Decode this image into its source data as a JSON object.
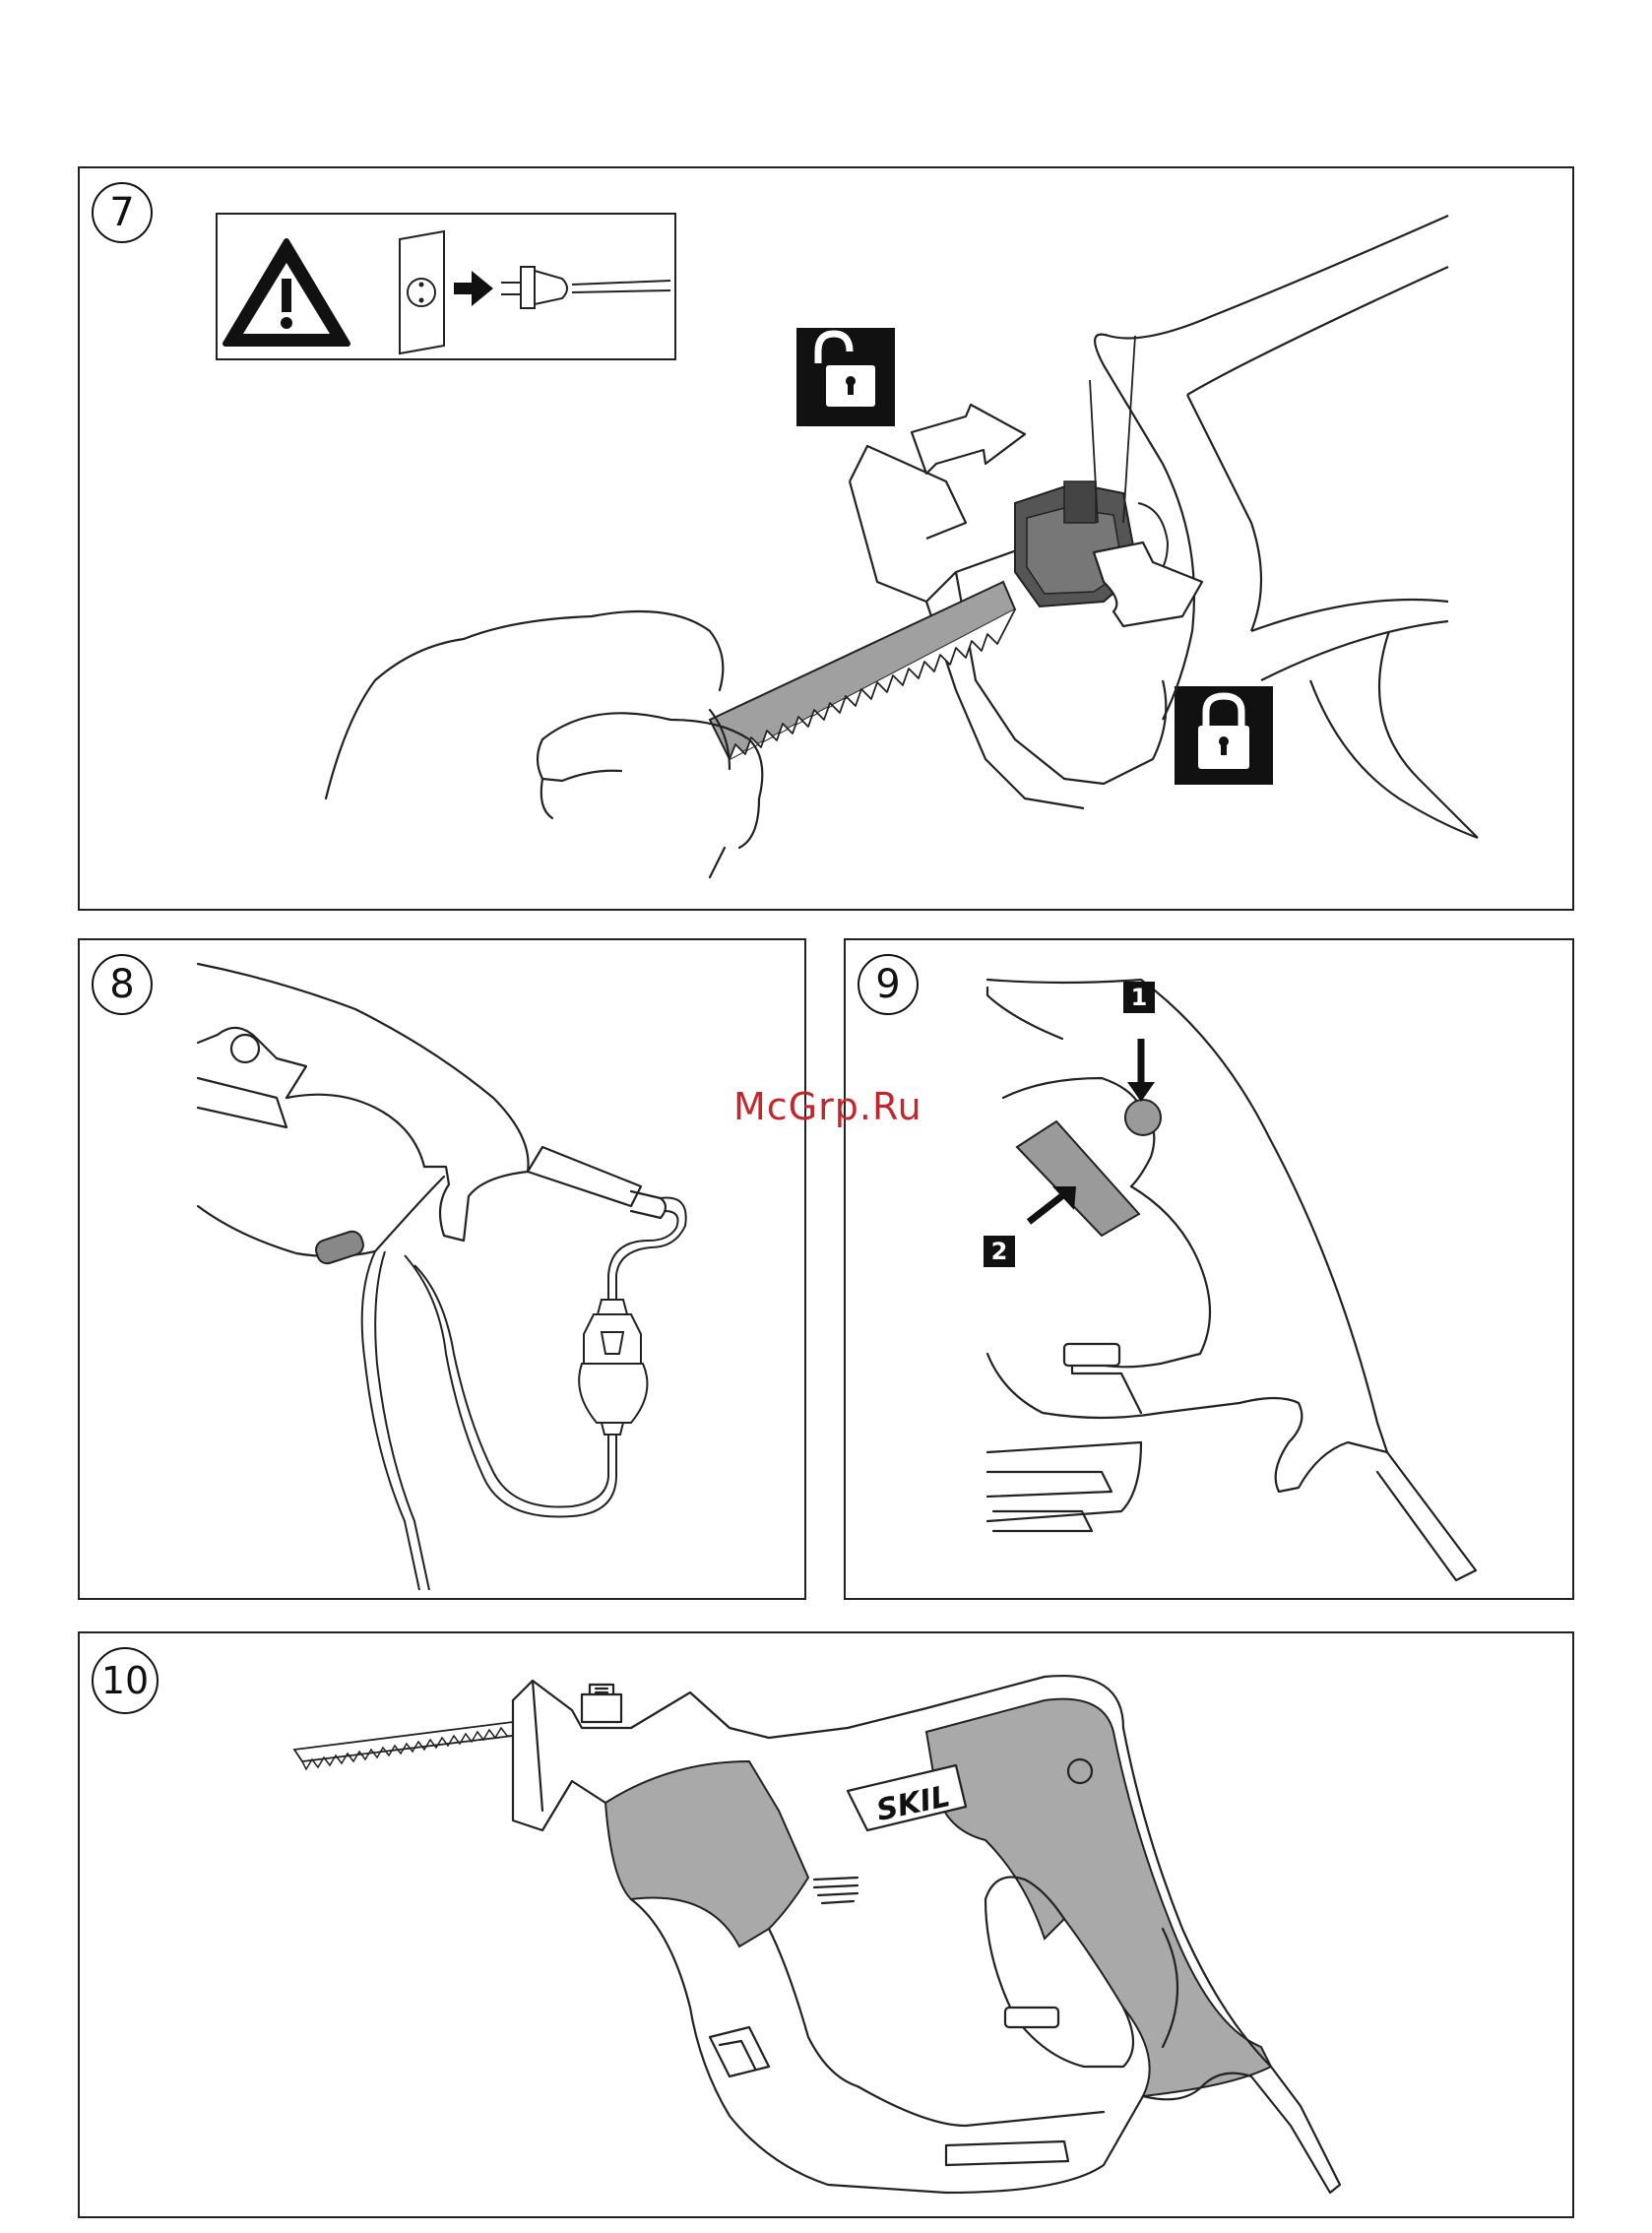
{
  "watermark": "McGrp.Ru",
  "figures": [
    {
      "number": "7"
    },
    {
      "number": "8"
    },
    {
      "number": "9",
      "tags": [
        "1",
        "2"
      ]
    },
    {
      "number": "10",
      "brand": "SKIL"
    }
  ],
  "icons": [
    "warning-icon",
    "socket-icon",
    "unplug-arrow-icon",
    "plug-icon",
    "unlock-icon",
    "lock-icon"
  ],
  "colors": {
    "line": "#222222",
    "grip": "#a9a9a9",
    "watermark": "#c0282d",
    "dark": "#111111"
  }
}
